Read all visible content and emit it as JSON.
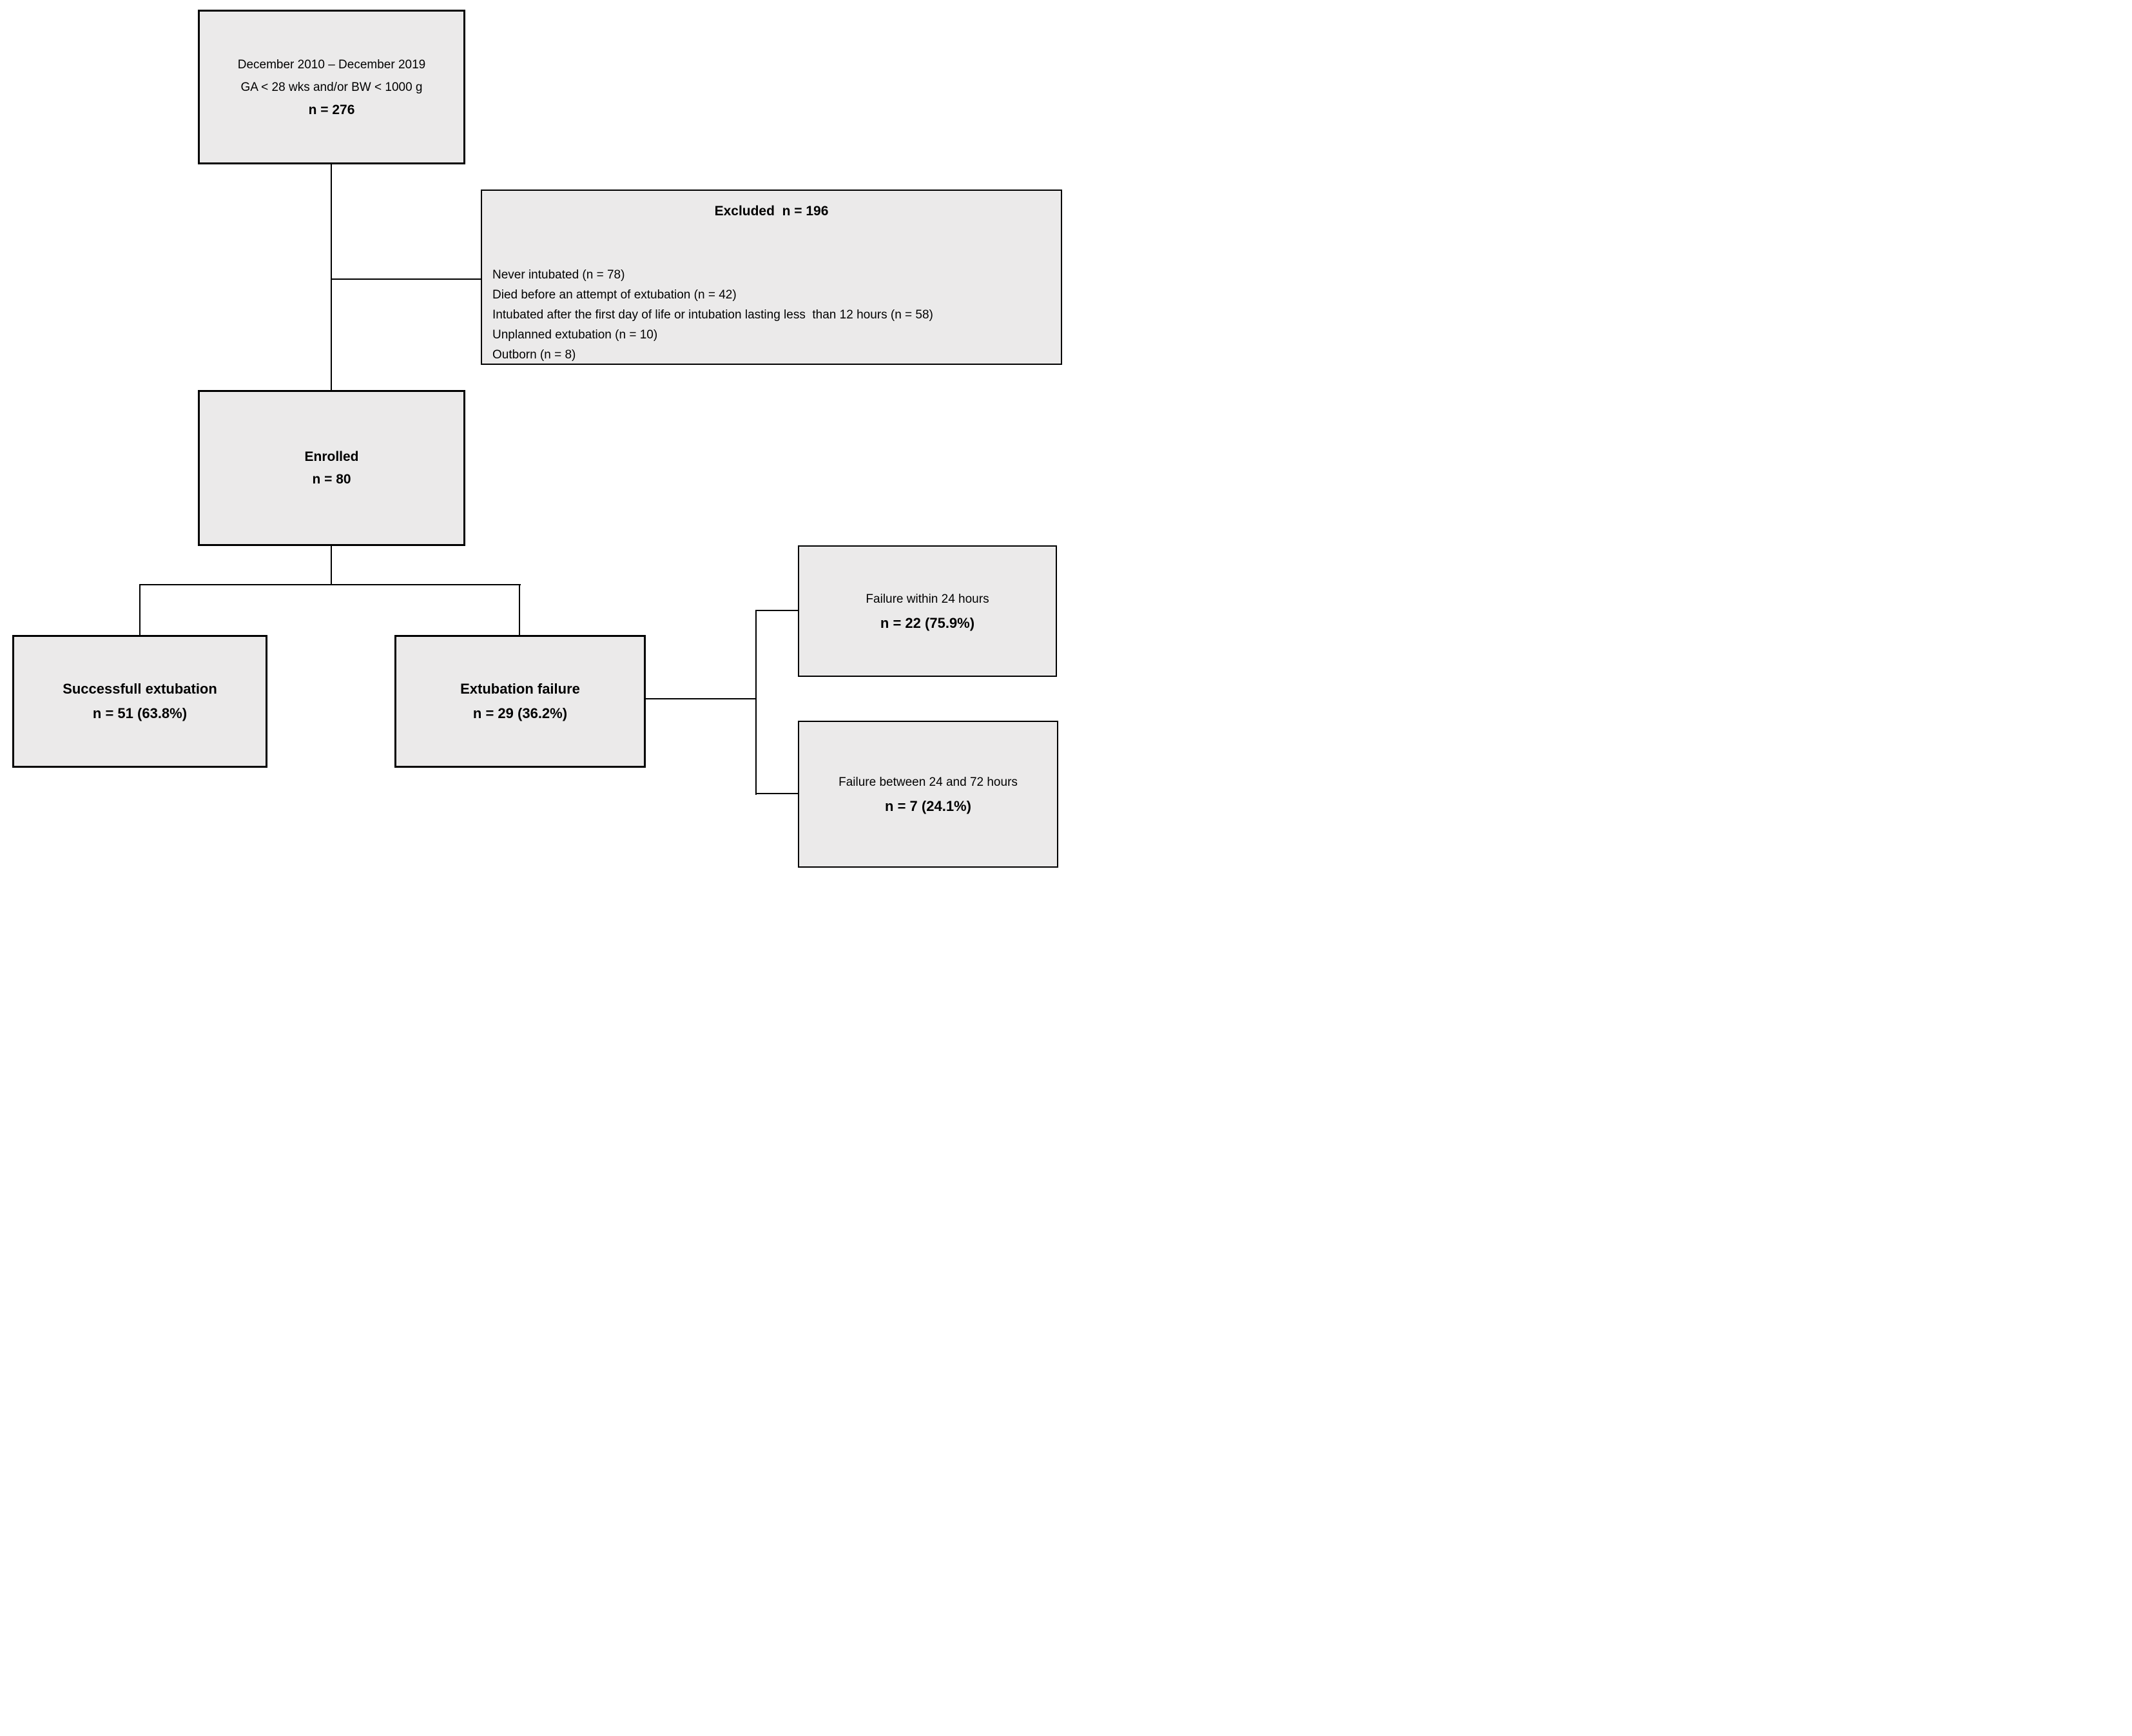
{
  "figure": {
    "background": "#ffffff",
    "box_fill": "#ebeaea",
    "box_border": "#000000",
    "connector_color": "#000000"
  },
  "boxes": {
    "screening": {
      "period": "December 2010 – December 2019",
      "criteria": "GA < 28 wks and/or BW < 1000 g",
      "n": "n = 276"
    },
    "excluded": {
      "title": "Excluded  n = 196",
      "items": [
        "Never intubated (n = 78)",
        "Died before an attempt of extubation (n = 42)",
        "Intubated after the first day of life or intubation lasting less  than 12 hours (n = 58)",
        "Unplanned extubation (n = 10)",
        "Outborn (n = 8)"
      ]
    },
    "enrolled": {
      "title": "Enrolled",
      "n": "n = 80"
    },
    "successful_extubation": {
      "title": "Successfull extubation",
      "n": "n = 51 (63.8%)"
    },
    "extubation_failure": {
      "title": "Extubation failure",
      "n": "n = 29 (36.2%)"
    },
    "failure_within_24h": {
      "title": "Failure within 24 hours",
      "n": "n = 22 (75.9%)"
    },
    "failure_24_72h": {
      "title": "Failure between 24 and 72 hours",
      "n": "n = 7 (24.1%)"
    }
  }
}
